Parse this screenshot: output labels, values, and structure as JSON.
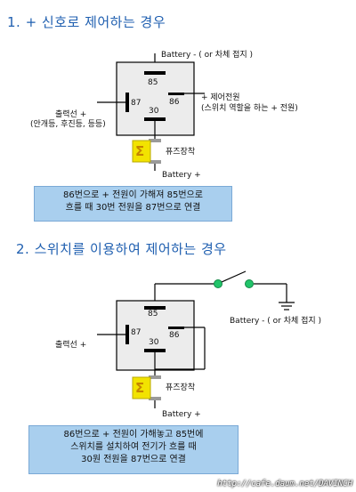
{
  "section1": {
    "heading": "1. + 신호로 제어하는 경우",
    "battery_ground_label": "Battery - ( or 차체 접지 )",
    "pin85": "85",
    "pin86": "86",
    "pin87": "87",
    "pin30": "30",
    "control_label_line1": "+ 제어전원",
    "control_label_line2": "(스위치 역할을 하는 + 전원)",
    "output_label_line1": "출력선 +",
    "output_label_line2": "(안개등, 후진등, 등등)",
    "fuse_label": "퓨즈장착",
    "fuse_symbol": "Σ",
    "battery_plus_label": "Battery +",
    "note_line1": "86번으로 + 전원이 가해져 85번으로",
    "note_line2": "흐를 때 30번 전원을 87번으로 연결"
  },
  "section2": {
    "heading": "2. 스위치를 이용하여 제어하는 경우",
    "battery_ground_label": "Battery - ( or 차체 접지 )",
    "pin85": "85",
    "pin86": "86",
    "pin87": "87",
    "pin30": "30",
    "output_label": "출력선 +",
    "fuse_label": "퓨즈장착",
    "fuse_symbol": "Σ",
    "battery_plus_label": "Battery +",
    "note_line1": "86번으로 + 전원이 가해놓고 85번에",
    "note_line2": "스위치를 설치하여 전기가 흐를 때",
    "note_line3": "30원 전원을 87번으로 연결"
  },
  "watermark": "http://cafe.daum.net/DAVINCH",
  "colors": {
    "heading": "#1f5fb0",
    "relay_box": "#ececec",
    "fuse": "#f2e300",
    "fuse_clip": "#9a9a9a",
    "note_bg": "#a9cfee",
    "switch_node": "#22c46a"
  }
}
